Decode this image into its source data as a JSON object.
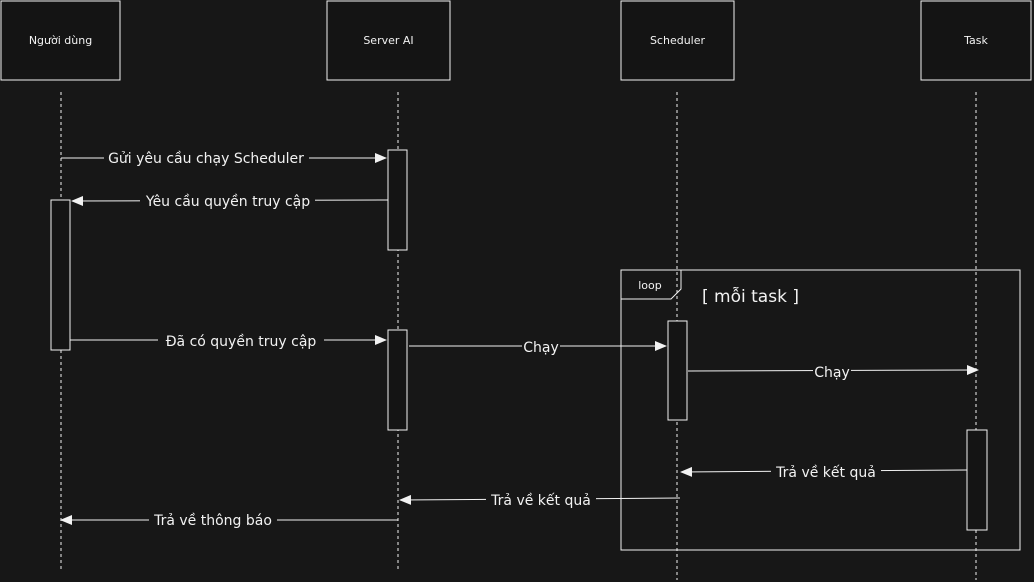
{
  "participants": [
    {
      "id": "user",
      "label": "Người dùng"
    },
    {
      "id": "server",
      "label": "Server AI"
    },
    {
      "id": "scheduler",
      "label": "Scheduler"
    },
    {
      "id": "task",
      "label": "Task"
    }
  ],
  "messages": [
    {
      "from": "user",
      "to": "server",
      "label": "Gửi yêu cầu chạy Scheduler"
    },
    {
      "from": "server",
      "to": "user",
      "label": "Yêu cầu quyền truy cập"
    },
    {
      "from": "user",
      "to": "server",
      "label": "Đã có quyền truy cập"
    },
    {
      "from": "server",
      "to": "scheduler",
      "label": "Chạy"
    },
    {
      "from": "scheduler",
      "to": "task",
      "label": "Chạy"
    },
    {
      "from": "task",
      "to": "scheduler",
      "label": "Trả về kết quả"
    },
    {
      "from": "scheduler",
      "to": "server",
      "label": "Trả về kết quả"
    },
    {
      "from": "server",
      "to": "user",
      "label": "Trả về thông báo"
    }
  ],
  "loop": {
    "keyword": "loop",
    "condition": "[ mỗi task ]"
  },
  "colors": {
    "background": "#171717",
    "line": "#f2f2f2",
    "box_fill": "#141414"
  }
}
